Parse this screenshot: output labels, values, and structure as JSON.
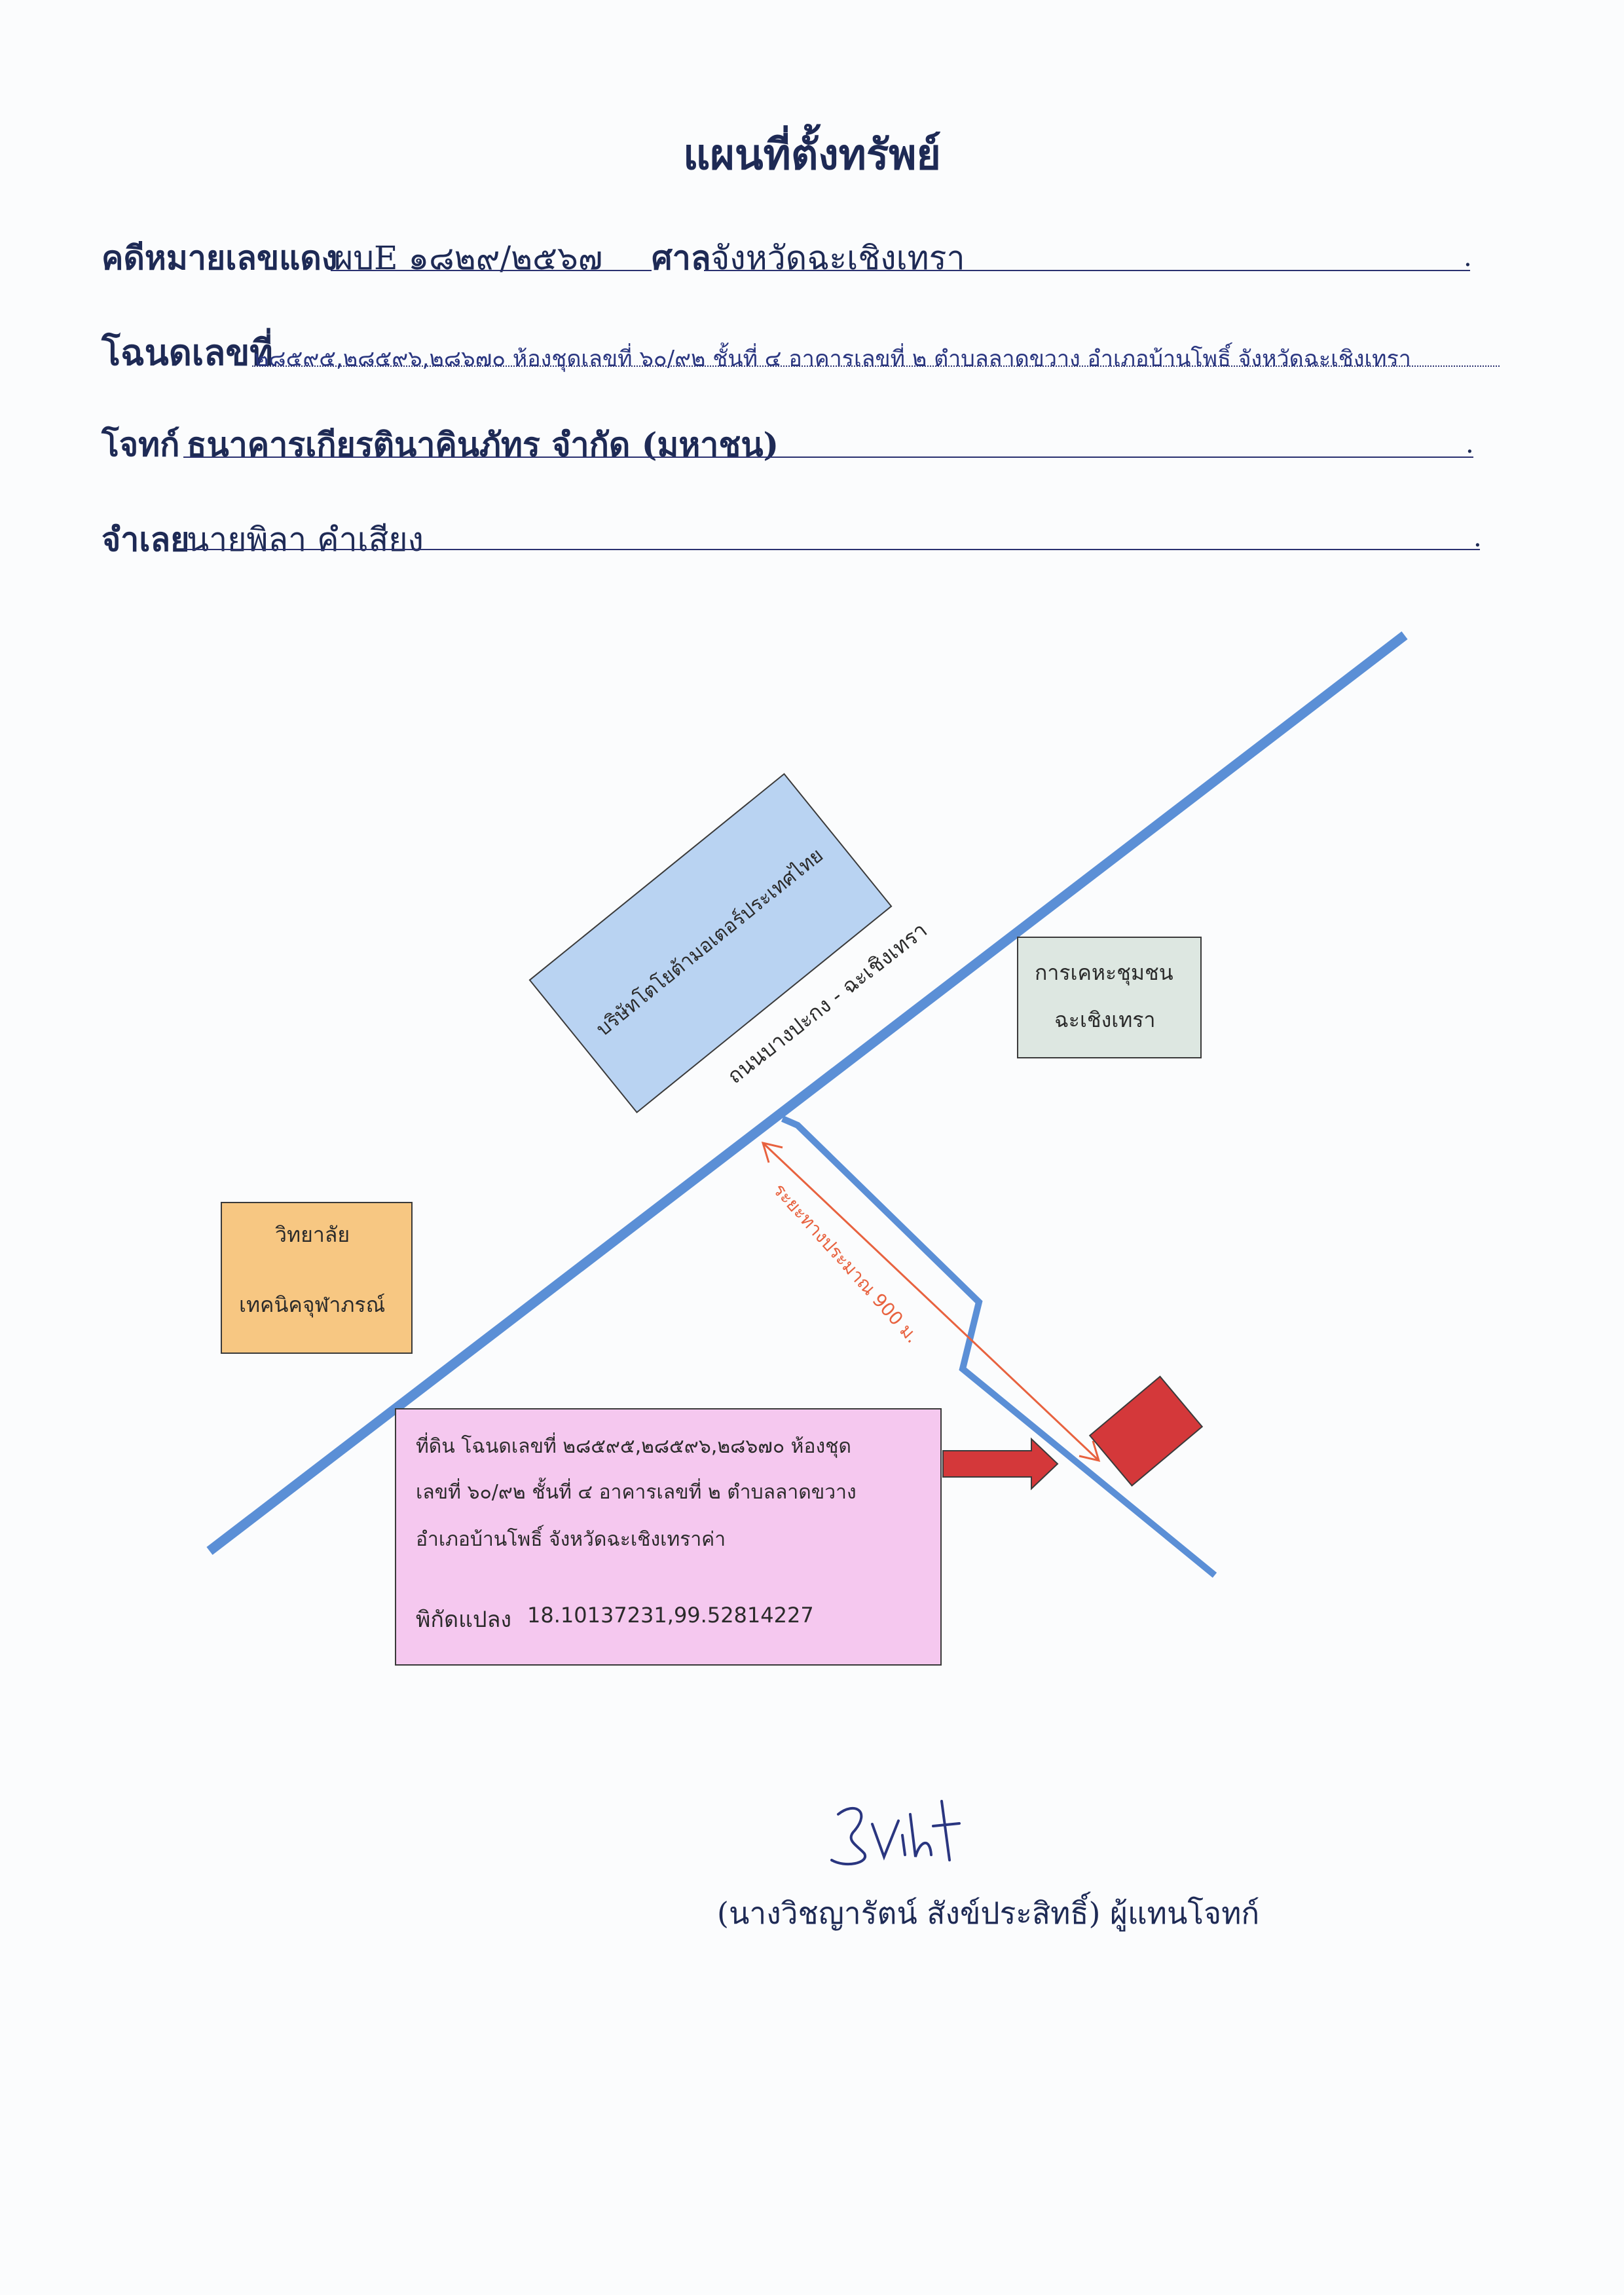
{
  "header": {
    "title": "แผนที่ตั้งทรัพย์"
  },
  "fields": {
    "case_label": "คดีหมายเลขแดง",
    "case_value": "ผบE ๑๘๒๙/๒๕๖๗",
    "court_label": "ศาล",
    "court_value": "จังหวัดฉะเชิงเทรา",
    "deed_label": "โฉนดเลขที่",
    "deed_value": "๒๘๕๙๕,๒๘๕๙๖,๒๘๖๗๐ ห้องชุดเลขที่ ๖๐/๙๒ ชั้นที่ ๔ อาคารเลขที่ ๒ ตำบลลาดขวาง อำเภอบ้านโพธิ์ จังหวัดฉะเชิงเทรา",
    "plaintiff_label": "โจทก์",
    "plaintiff_value": "ธนาคารเกียรตินาคินภัทร จำกัด (มหาชน)",
    "defendant_label": "จำเลย",
    "defendant_value": "นายพิลา คำเสียง"
  },
  "map": {
    "road_label": "ถนนบางปะกง - ฉะเชิงเทรา",
    "toyota_label": "บริษัทโตโยต้ามอเตอร์ประเทศไทย",
    "housing_line1": "การเคหะชุมชน",
    "housing_line2": "ฉะเชิงเทรา",
    "college_line1": "วิทยาลัย",
    "college_line2": "เทคนิคจุฬาภรณ์",
    "distance_label": "ระยะทางประมาณ 900 ม.",
    "land_line1": "ที่ดิน โฉนดเลขที่ ๒๘๕๙๕,๒๘๕๙๖,๒๘๖๗๐ ห้องชุด",
    "land_line2": "เลขที่ ๖๐/๙๒ ชั้นที่ ๔ อาคารเลขที่ ๒  ตำบลลาดขวาง",
    "land_line3": "อำเภอบ้านโพธิ์ จังหวัดฉะเชิงเทราค่า",
    "coord_label": "พิกัดแปลง",
    "coord_value": "18.10137231,99.52814227"
  },
  "signature": {
    "name_line": "(นางวิชญารัตน์ สังข์ประสิทธิ์) ผู้แทนโจทก์"
  },
  "colors": {
    "road": "#5b8fd6",
    "toyota_fill": "#b9d3f2",
    "housing_fill": "#dde7e1",
    "college_fill": "#f7c782",
    "land_fill": "#f5c8ef",
    "target": "#d4383a",
    "distance_arrow": "#e8623f"
  }
}
